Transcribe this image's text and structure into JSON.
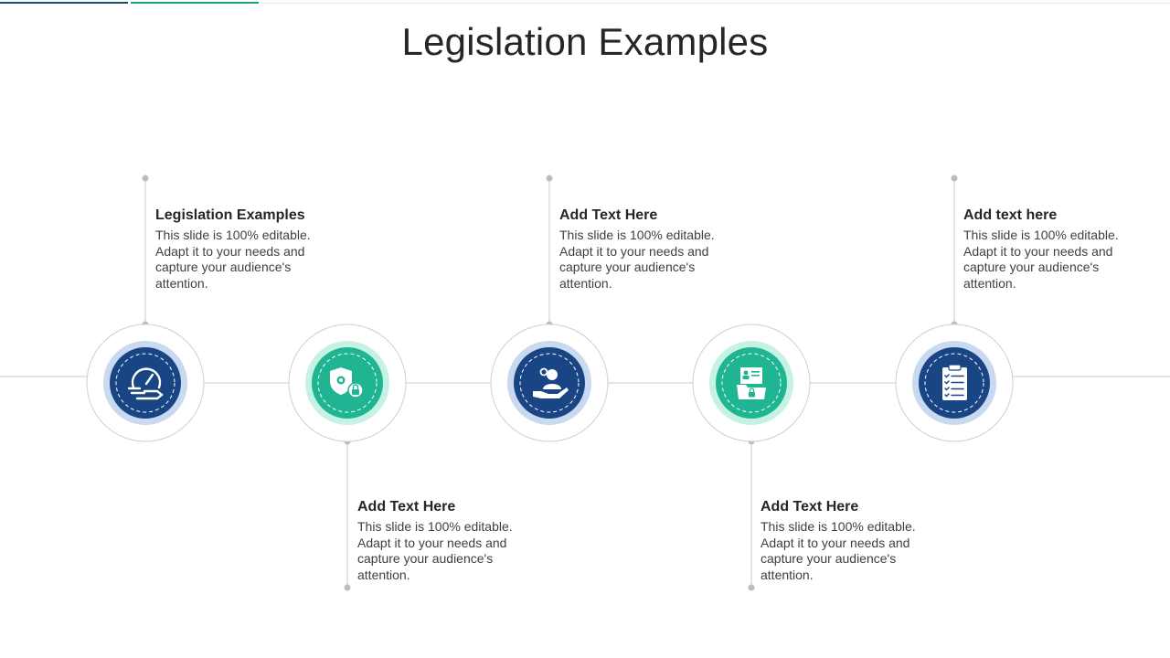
{
  "title": "Legislation Examples",
  "colors": {
    "navy": "#1a4585",
    "navy_ring": "#c8d9f0",
    "teal": "#1fb592",
    "teal_ring": "#c6f2e4",
    "line": "#c8c8c8",
    "dot": "#bdbdbd",
    "topbar_navy": "#1b4d6e",
    "topbar_teal": "#1fa386"
  },
  "steps": [
    {
      "heading": "Legislation Examples",
      "body": "This slide is 100% editable. Adapt it to your needs and capture your audience's attention.",
      "icon": "speedometer-icon",
      "color": "navy",
      "position": "top"
    },
    {
      "heading": "Add Text Here",
      "body": "This slide is 100% editable. Adapt it to your needs and capture your audience's attention.",
      "icon": "shield-gear-lock-icon",
      "color": "teal",
      "position": "bottom"
    },
    {
      "heading": "Add Text Here",
      "body": "This slide is 100% editable. Adapt it to your needs and capture your audience's attention.",
      "icon": "hand-person-icon",
      "color": "navy",
      "position": "top"
    },
    {
      "heading": "Add Text Here",
      "body": "This slide is 100% editable. Adapt it to your needs and capture your audience's attention.",
      "icon": "folder-profile-lock-icon",
      "color": "teal",
      "position": "bottom"
    },
    {
      "heading": "Add text here",
      "body": "This slide is 100% editable. Adapt it to your needs and capture your audience's attention.",
      "icon": "clipboard-checklist-icon",
      "color": "navy",
      "position": "top"
    }
  ]
}
